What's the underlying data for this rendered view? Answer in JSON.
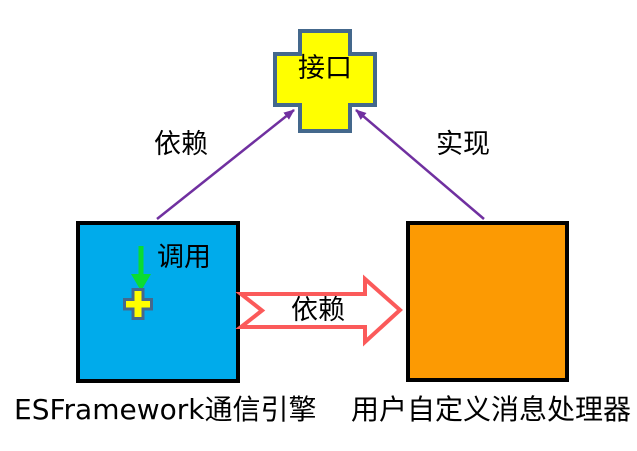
{
  "diagram": {
    "interface_node_label": "接口",
    "depends_label": "依赖",
    "implements_label": "实现",
    "call_label": "调用",
    "dependency_arrow_label": "依赖",
    "engine_caption": "ESFramework通信引擎",
    "handler_caption": "用户自定义消息处理器"
  },
  "colors": {
    "background": "#FFFFFF",
    "interface_fill": "#FFFF00",
    "interface_border": "#44688C",
    "engine_fill": "#00ABEB",
    "handler_fill": "#FC9A03",
    "box_border": "#000000",
    "uml_arrow": "#7030A0",
    "dependency_arrow_stroke": "#FB5A5A",
    "dependency_arrow_fill": "#FFFFFF",
    "call_arrow": "#0ADC32",
    "plus_fill": "#FFFF00",
    "plus_border": "#46688C",
    "text": "#000000"
  }
}
